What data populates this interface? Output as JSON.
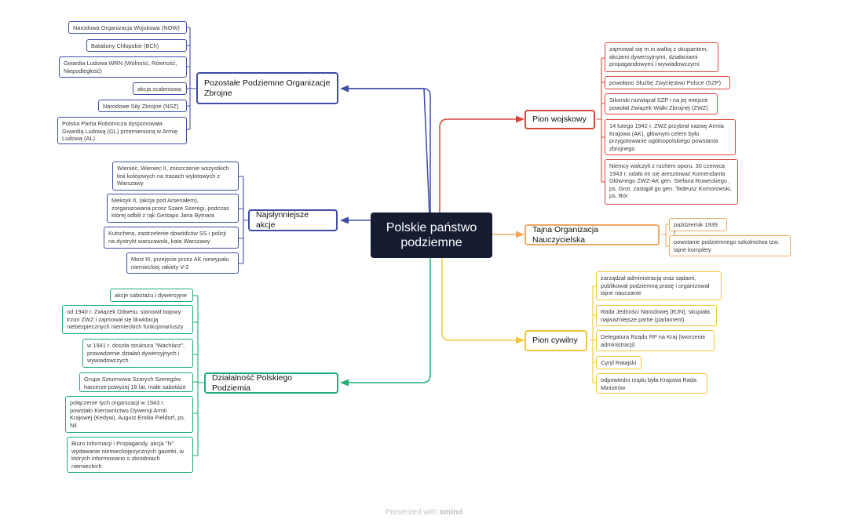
{
  "colors": {
    "center": "#161d33",
    "blue": "#3f4ca5",
    "red": "#d5473b",
    "orange": "#f0a862",
    "yellow": "#f3c63a",
    "green": "#1fae75"
  },
  "central": {
    "label": "Polskie państwo podziemne"
  },
  "branches": {
    "pozostale": {
      "label": "Pozostałe Podziemne Organizacje Zbrojne",
      "items": [
        "Narodowa Organizacja Wojskowa (NOW)",
        "Bataliony Chłopskie (BCh)",
        "Gwardia Ludowa WRN (Wolność, Równość, Niepodległość)",
        "akcja scaleniowa",
        "Narodowe Siły Zbrojne (NSZ)",
        "Polska Partia Robotnicza dysponowała Gwardią Ludową (GL) przemienioną w Armię Ludową (AL)"
      ]
    },
    "akcje": {
      "label": "Najsłynniejsze akcje",
      "items": [
        "Wieniec, Wieniec II, zniszczenie wszystkich linii kolejowych na trasach wylotowych z Warszawy",
        "Meksyk II, (akcja pod Arsenałem), zorganizowana przez Szare Szeregi, podczas której odbili z rąk Gestapo Jana Bytnara",
        "Kutschera, zastrzelenie dowódców SS i policji na dystrykt warszawski, kata Warszawy",
        "Most III, przejęcie przez AK niewypału niemieckiej rakiety V-2"
      ]
    },
    "dzialalnosc": {
      "label": "Działalność Polskiego Podziemia",
      "items": [
        "akcje sabotażu i dywersyjne",
        "od 1940 r. Związek Odwetu, stanowił bojowy trzon ZWZ i zajmował się likwidacją niebezpiecznych niemieckich funkcjonariuszy",
        "w 1941 r. doszła struktura \"Wachlarz\", prowadzenie działań dywersyjnych i wywiadowczych",
        "Grupa Szturmowa Szarych Szeregów harcerze powyżej 18 lat, małe sabotaże",
        "połączenie tych organizacji w 1943 r. powstało Kierownictwo Dywersji Armii Krajowej (Kedyw), August Emilia Fieldorf, ps. Nil",
        "Biuro Informacji i Propagandy, akcja \"N\" wydawanie niemieckojęzycznych gazetki, w których informowano o zbrodniach niemieckich"
      ]
    },
    "wojskowy": {
      "label": "Pion wojskowy",
      "items": [
        "zajmował się m.in walką z okupantem, akcjami dywersyjnymi, działaniami propagandowymi i wywiadowczymi",
        "powołano Służbę Zwycięstwu Polsce (SZP)",
        "Sikorski rozwiązał SZP i na jej miejsce powołał Związek Walki Zbrojnej (ZWZ)",
        "14 lutego 1942 r. ZWZ przybrał nazwę Armia Krajowa (AK), głównym celem było przygotowanie ogólnopolskiego powstania zbrojnego",
        "Niemcy walczyli z ruchem oporu. 30 czerwca 1943 r. udało im się aresztować Komendanta Głównego ZWZ-AK gen. Stefana Roweckiego , ps. Grot. zastąpił go gen. Tadeusz Komorowski, ps. Bór"
      ]
    },
    "nauczycielska": {
      "label": "Tajna Organizacja Nauczycielska",
      "items": [
        "październik 1939 r.",
        "powstanie podziemnego szkolnictwa tzw. tajne komplety"
      ]
    },
    "cywilny": {
      "label": "Pion cywilny",
      "items": [
        "zarządzał administracją oraz sądami, publikował podziemną prasę i organizował tajne nauczanie",
        "Rada Jedności Narodowej (RJN), skupiała najważniejsze partie (parlament)",
        "Delegatura Rządu RP na Kraj (tworzenie administracji)",
        "Cyryl Ratajski",
        "odpowiedni rządu była Krajowa Rada Ministrów"
      ]
    }
  },
  "footer": {
    "prefix": "Presented with",
    "brand": "xmind"
  }
}
